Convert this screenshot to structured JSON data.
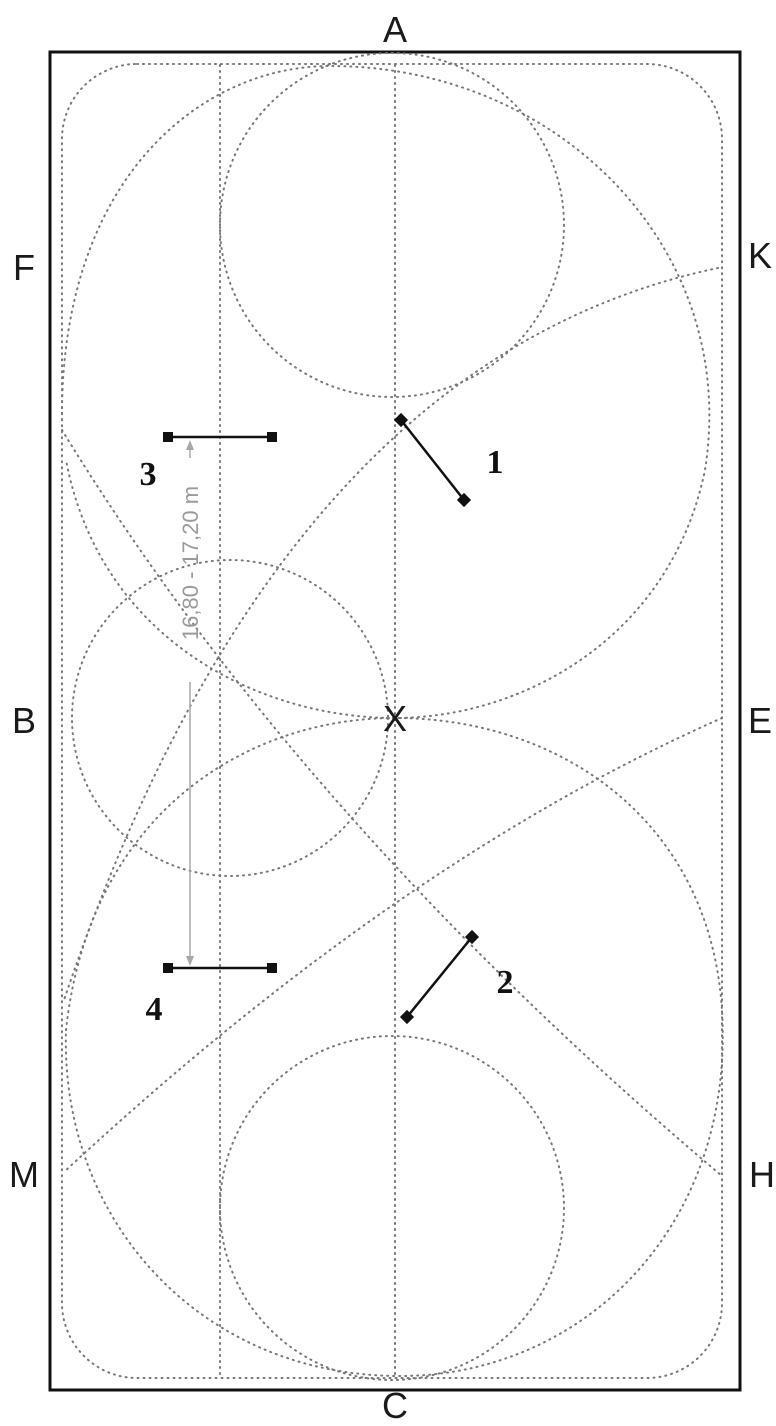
{
  "arena": {
    "letters": {
      "A": "A",
      "K": "K",
      "E": "E",
      "H": "H",
      "C": "C",
      "M": "M",
      "B": "B",
      "F": "F",
      "X": "X"
    }
  },
  "obstacles": [
    {
      "number": "1"
    },
    {
      "number": "2"
    },
    {
      "number": "3"
    },
    {
      "number": "4"
    }
  ],
  "measurement": {
    "label": "16,80 - 17,20 m"
  },
  "colors": {
    "outline": "#111111",
    "track": "#777777",
    "measurement": "#a8a8a8"
  }
}
